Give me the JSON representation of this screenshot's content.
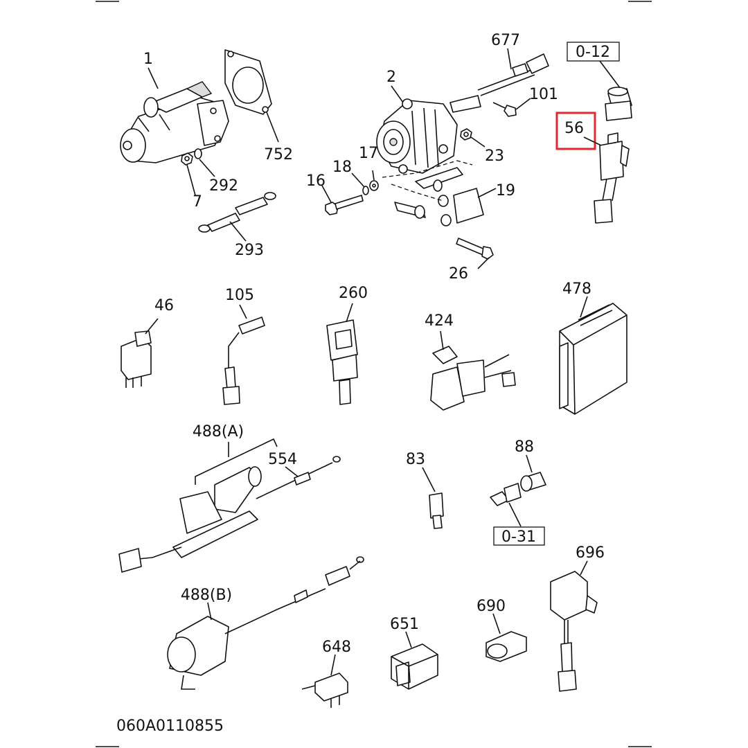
{
  "diagram": {
    "footer_code": "060A0110855",
    "highlighted_part": "56",
    "highlight_color": "#e0282e",
    "labels": {
      "p1": "1",
      "p752": "752",
      "p292": "292",
      "p7": "7",
      "p293": "293",
      "p2": "2",
      "p677": "677",
      "p101": "101",
      "p17": "17",
      "p23": "23",
      "p18": "18",
      "p16": "16",
      "p19": "19",
      "p26": "26",
      "p0_12": "0-12",
      "p56": "56",
      "p46": "46",
      "p105": "105",
      "p260": "260",
      "p424": "424",
      "p478": "478",
      "p488a": "488(A)",
      "p554": "554",
      "p83": "83",
      "p88": "88",
      "p0_31": "0-31",
      "p696": "696",
      "p488b": "488(B)",
      "p651": "651",
      "p690": "690",
      "p648": "648"
    }
  }
}
